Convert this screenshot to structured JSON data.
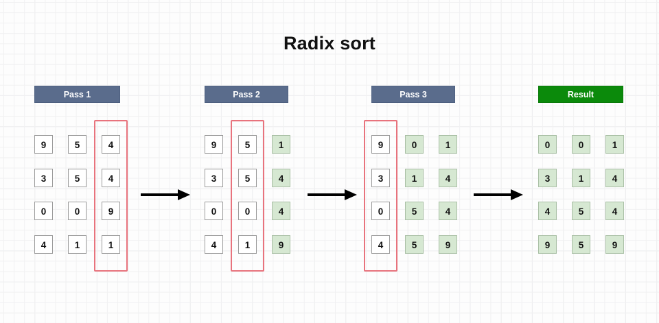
{
  "page": {
    "title": "Radix sort",
    "background": "#fdfdfd",
    "title_color": "#111111"
  },
  "colors": {
    "pass_header_bg": "#5a6c8c",
    "result_header_bg": "#0b8a0b",
    "header_text": "#ffffff",
    "cell_plain_bg": "#ffffff",
    "cell_sorted_bg": "#d6e8d2",
    "cell_border": "#9a9a9a",
    "highlight_border": "#e8737d",
    "arrow": "#000000",
    "grid_line": "#e6e7e9"
  },
  "groups": [
    {
      "id": "pass-1",
      "header_label": "Pass 1",
      "header_style": "pass",
      "highlight_column": 2,
      "rows": [
        {
          "values": [
            "9",
            "5",
            "4"
          ],
          "sorted": [
            false,
            false,
            false
          ]
        },
        {
          "values": [
            "3",
            "5",
            "4"
          ],
          "sorted": [
            false,
            false,
            false
          ]
        },
        {
          "values": [
            "0",
            "0",
            "9"
          ],
          "sorted": [
            false,
            false,
            false
          ]
        },
        {
          "values": [
            "4",
            "1",
            "1"
          ],
          "sorted": [
            false,
            false,
            false
          ]
        }
      ]
    },
    {
      "id": "pass-2",
      "header_label": "Pass 2",
      "header_style": "pass",
      "highlight_column": 1,
      "rows": [
        {
          "values": [
            "9",
            "5",
            "1"
          ],
          "sorted": [
            false,
            false,
            true
          ]
        },
        {
          "values": [
            "3",
            "5",
            "4"
          ],
          "sorted": [
            false,
            false,
            true
          ]
        },
        {
          "values": [
            "0",
            "0",
            "4"
          ],
          "sorted": [
            false,
            false,
            true
          ]
        },
        {
          "values": [
            "4",
            "1",
            "9"
          ],
          "sorted": [
            false,
            false,
            true
          ]
        }
      ]
    },
    {
      "id": "pass-3",
      "header_label": "Pass 3",
      "header_style": "pass",
      "highlight_column": 0,
      "rows": [
        {
          "values": [
            "9",
            "0",
            "1"
          ],
          "sorted": [
            false,
            true,
            true
          ]
        },
        {
          "values": [
            "3",
            "1",
            "4"
          ],
          "sorted": [
            false,
            true,
            true
          ]
        },
        {
          "values": [
            "0",
            "5",
            "4"
          ],
          "sorted": [
            false,
            true,
            true
          ]
        },
        {
          "values": [
            "4",
            "5",
            "9"
          ],
          "sorted": [
            false,
            true,
            true
          ]
        }
      ]
    },
    {
      "id": "result",
      "header_label": "Result",
      "header_style": "result",
      "highlight_column": null,
      "rows": [
        {
          "values": [
            "0",
            "0",
            "1"
          ],
          "sorted": [
            true,
            true,
            true
          ]
        },
        {
          "values": [
            "3",
            "1",
            "4"
          ],
          "sorted": [
            true,
            true,
            true
          ]
        },
        {
          "values": [
            "4",
            "5",
            "4"
          ],
          "sorted": [
            true,
            true,
            true
          ]
        },
        {
          "values": [
            "9",
            "5",
            "9"
          ],
          "sorted": [
            true,
            true,
            true
          ]
        }
      ]
    }
  ],
  "arrows": [
    {
      "id": "arrow-pass1-to-pass2",
      "name": "arrow-right-icon"
    },
    {
      "id": "arrow-pass2-to-pass3",
      "name": "arrow-right-icon"
    },
    {
      "id": "arrow-pass3-to-result",
      "name": "arrow-right-icon"
    }
  ]
}
